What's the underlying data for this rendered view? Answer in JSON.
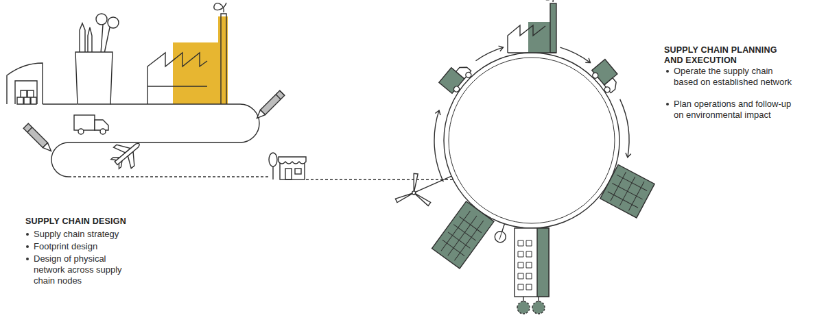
{
  "diagram": {
    "labels": [
      "SUPPLY CHAIN DESIGN",
      "Supply chain strategy",
      "Footprint design",
      "Design of physical network across supply chain nodes",
      "SUPPLY CHAIN PLANNING AND EXECUTION",
      "Operate the supply chain based on established network",
      "Plan operations and follow-up on environmental impact"
    ]
  }
}
